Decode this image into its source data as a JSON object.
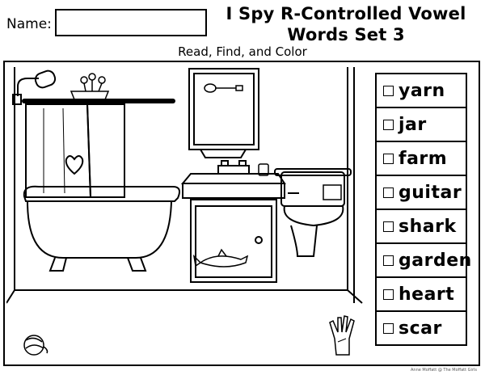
{
  "header": {
    "name_label": "Name:",
    "title_line1": "I Spy R-Controlled Vowel",
    "title_line2": "Words Set 3",
    "subtitle": "Read, Find, and Color"
  },
  "word_list": [
    {
      "word": "yarn"
    },
    {
      "word": "jar"
    },
    {
      "word": "farm"
    },
    {
      "word": "guitar"
    },
    {
      "word": "shark"
    },
    {
      "word": "garden"
    },
    {
      "word": "heart"
    },
    {
      "word": "scar"
    }
  ],
  "footer": {
    "credit": "Anne Moffatt @ The Moffatt Girls"
  },
  "icons": [
    "shower-head-icon",
    "flowers-icon",
    "guitar-icon",
    "jar-icon",
    "heart-icon",
    "farm-picture-icon",
    "shark-icon",
    "yarn-ball-icon",
    "hand-scar-icon"
  ]
}
